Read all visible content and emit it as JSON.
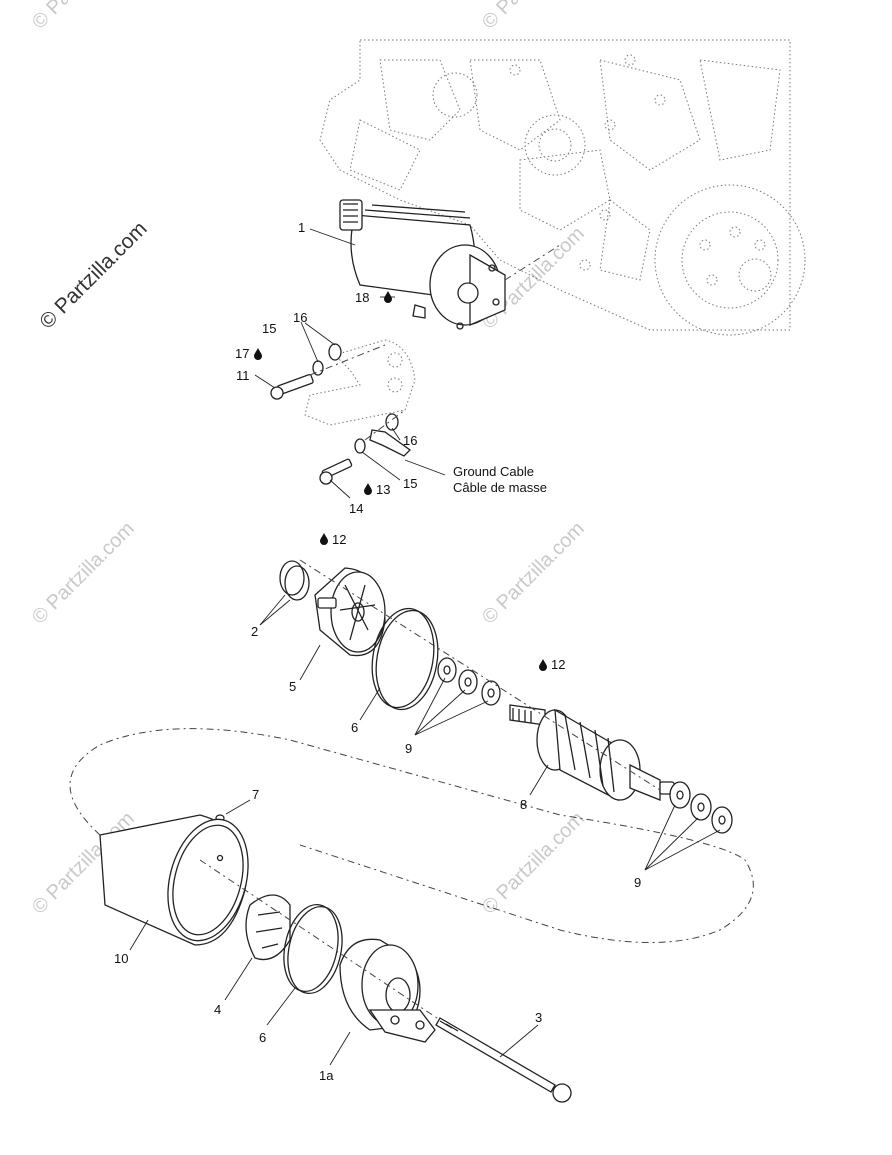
{
  "watermarks": {
    "main": "© Partzilla.com",
    "faint": "© Partzilla.com"
  },
  "labels": {
    "p1": "1",
    "p1a": "1a",
    "p2": "2",
    "p3": "3",
    "p4": "4",
    "p5": "5",
    "p6a": "6",
    "p6b": "6",
    "p7": "7",
    "p8": "8",
    "p9a": "9",
    "p9b": "9",
    "p10": "10",
    "p11": "11",
    "p12a": "12",
    "p12b": "12",
    "p13": "13",
    "p14": "14",
    "p15a": "15",
    "p15b": "15",
    "p16a": "16",
    "p16b": "16",
    "p17": "17",
    "p18": "18"
  },
  "callouts": {
    "ground_en": "Ground Cable",
    "ground_fr": "Câble de masse"
  },
  "colors": {
    "line": "#222222",
    "watermark": "#c9c9c9"
  }
}
